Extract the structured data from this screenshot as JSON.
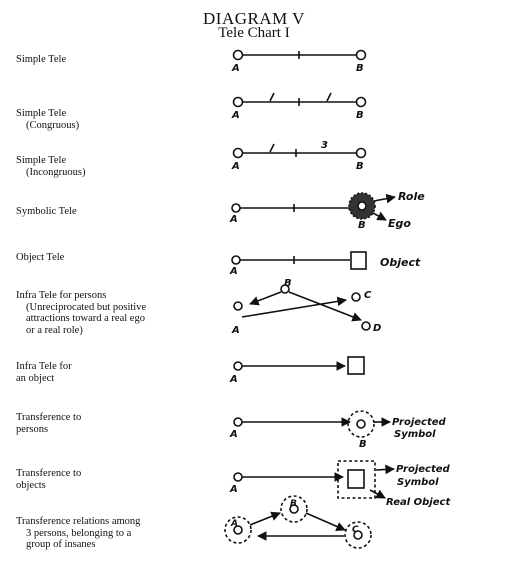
{
  "title": "DIAGRAM V",
  "subtitle": "Tele Chart I",
  "rows": [
    {
      "label": "Simple Tele",
      "sub": []
    },
    {
      "label": "Simple Tele",
      "sub": [
        "(Congruous)"
      ]
    },
    {
      "label": "Simple Tele",
      "sub": [
        "(Incongruous)"
      ]
    },
    {
      "label": "Symbolic Tele",
      "sub": []
    },
    {
      "label": "Object Tele",
      "sub": []
    },
    {
      "label": "Infra Tele for persons",
      "sub": [
        "(Unreciprocated but positive",
        "attractions toward a real ego",
        "or a real role)"
      ]
    },
    {
      "label": "Infra Tele for",
      "sub": [
        "an object"
      ]
    },
    {
      "label": "Transference to",
      "sub": [
        "persons"
      ]
    },
    {
      "label": "Transference to",
      "sub": [
        "objects"
      ]
    },
    {
      "label": "Transference relations among",
      "sub": [
        "3 persons, belonging to a",
        "group of insanes"
      ]
    }
  ],
  "diagram_text": {
    "A": "A",
    "B": "B",
    "C": "C",
    "D": "D",
    "three": "3",
    "role": "Role",
    "ego": "Ego",
    "object": "Object",
    "projected_symbol_1": "Projected",
    "projected_symbol_2": "Symbol",
    "real_object": "Real Object"
  }
}
